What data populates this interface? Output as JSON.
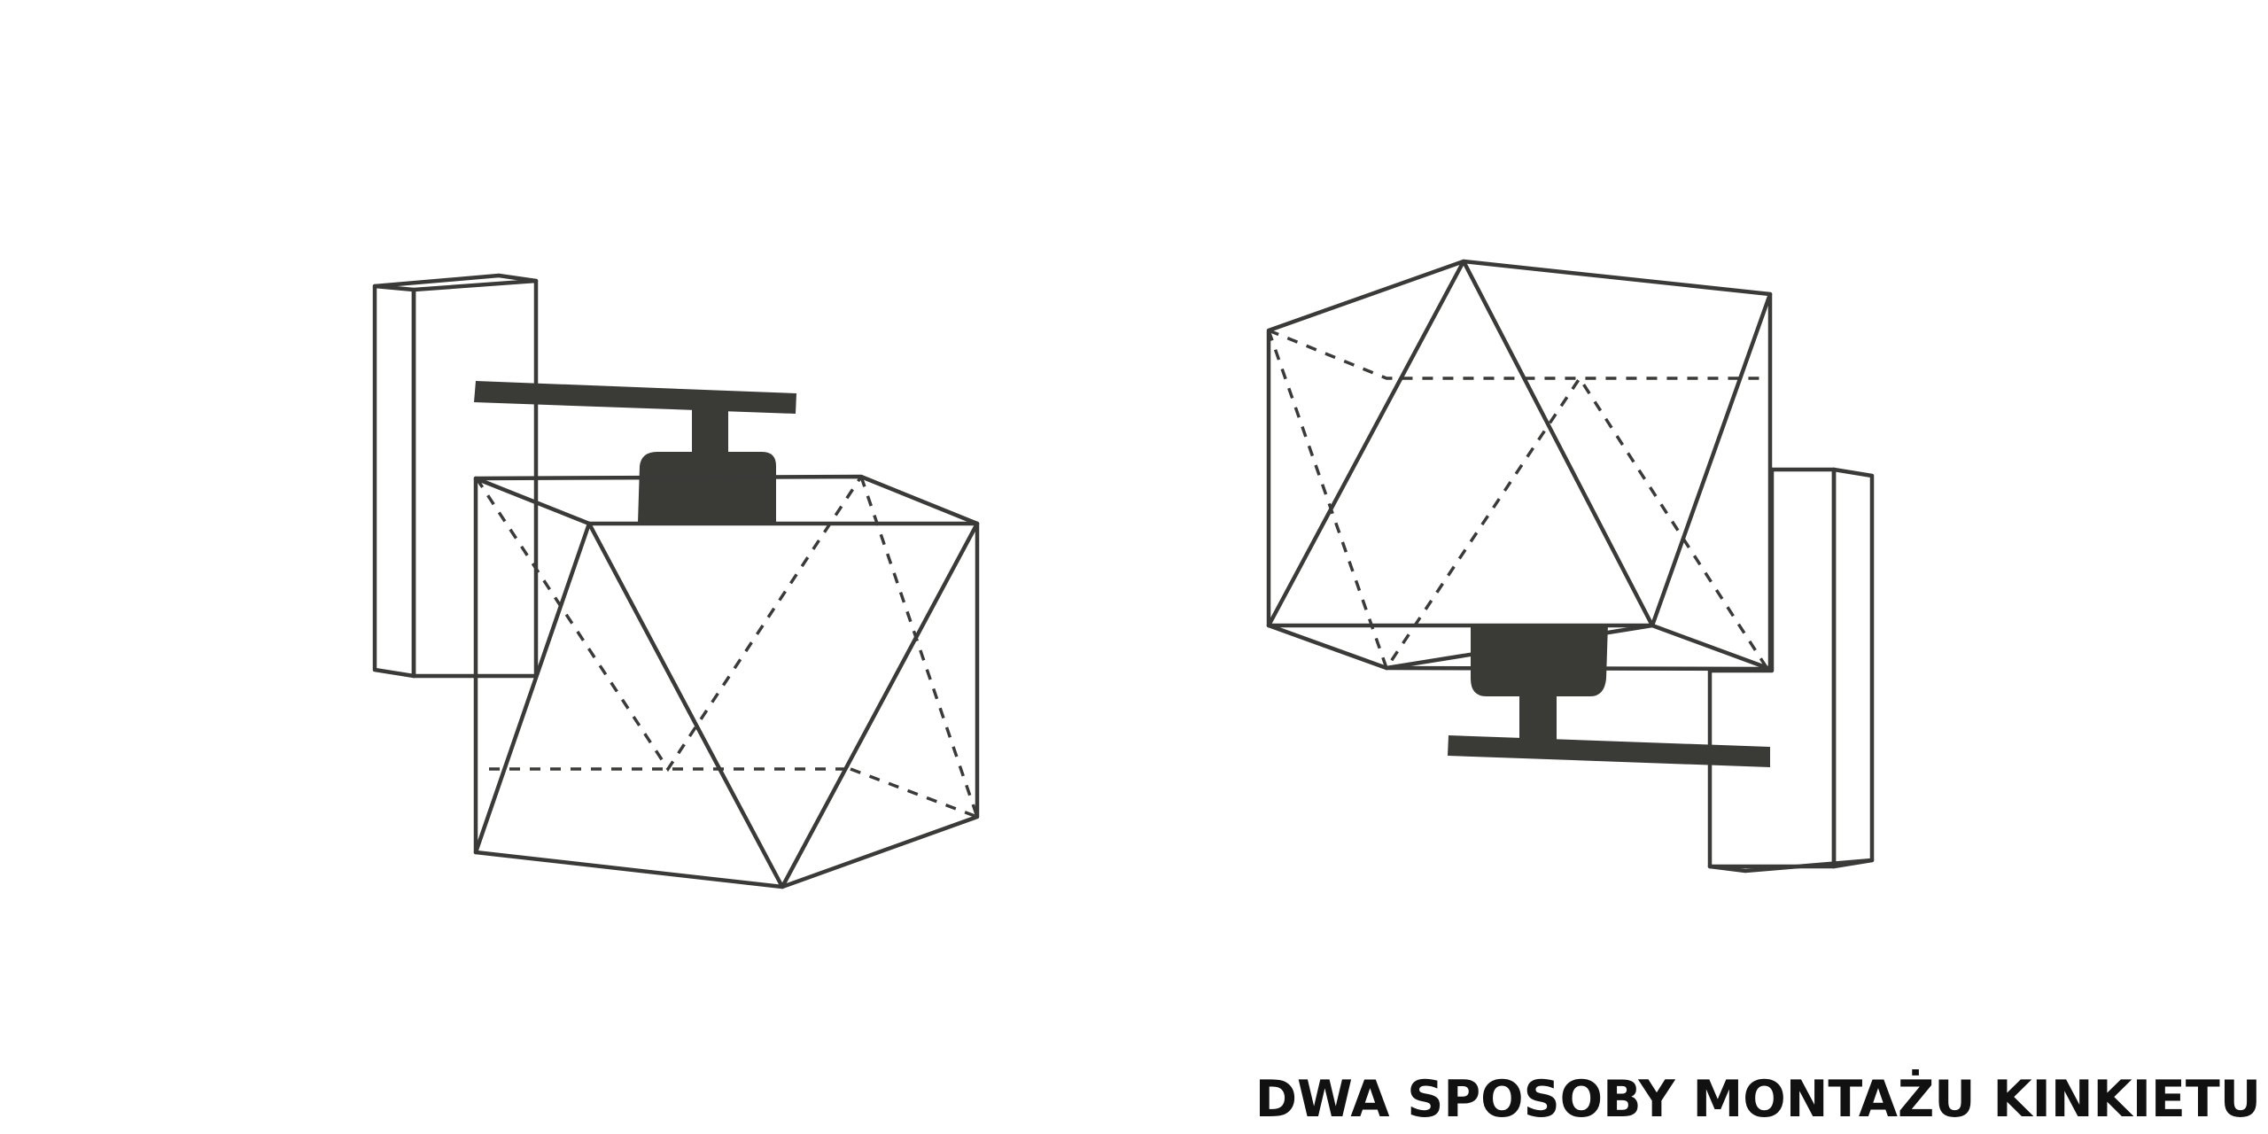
{
  "caption": "DWA SPOSOBY MONTAŻU KINKIETU",
  "colors": {
    "background": "#ffffff",
    "line": "#3a3a38",
    "fill_dark": "#3a3a37",
    "text": "#111111"
  },
  "figures": [
    {
      "name": "wall-lamp-shade-down",
      "mount": "top"
    },
    {
      "name": "wall-lamp-shade-up",
      "mount": "bottom"
    }
  ]
}
